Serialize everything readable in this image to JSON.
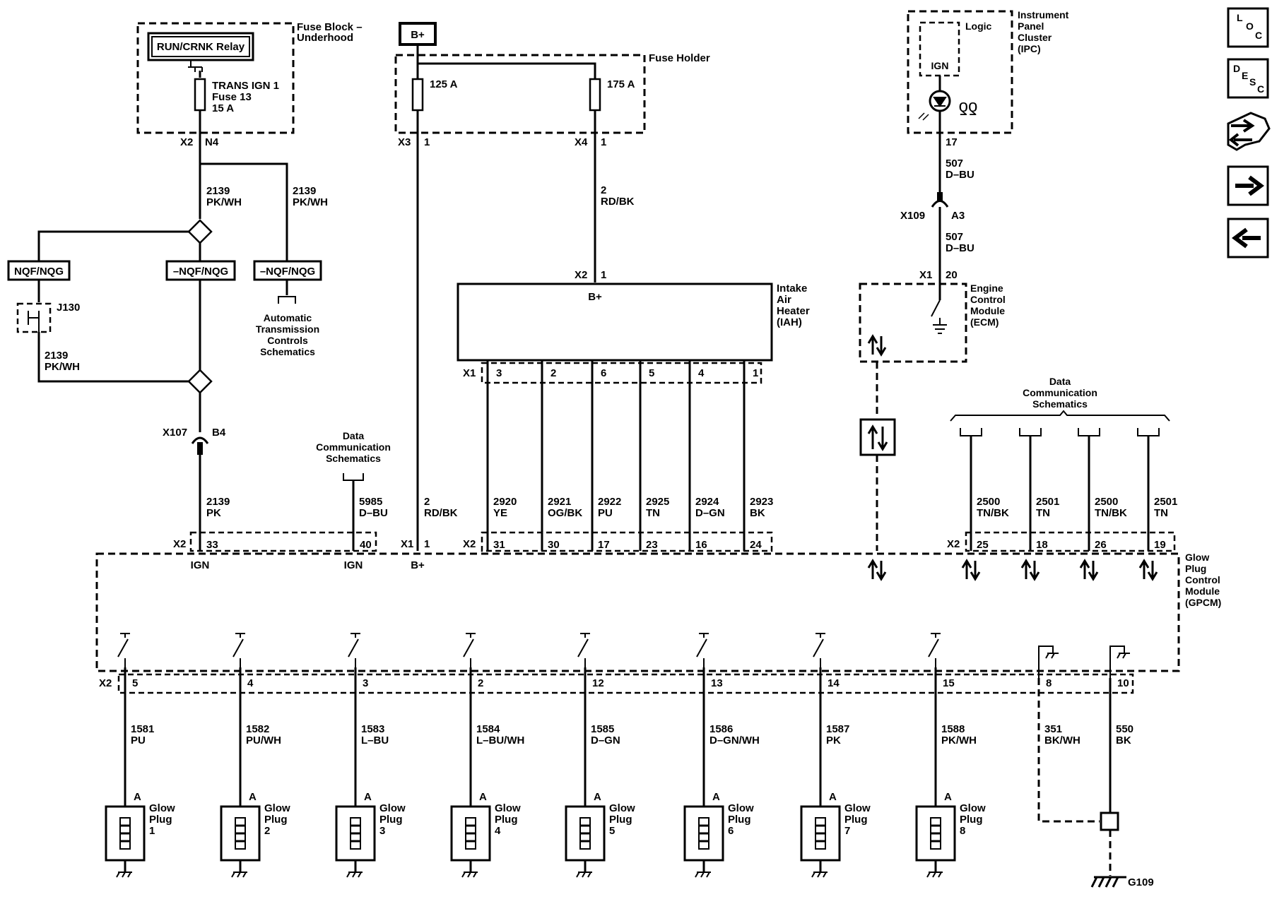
{
  "relay": {
    "label": "RUN/CRNK Relay"
  },
  "fuse_block": {
    "line1": "Fuse Block –",
    "line2": "Underhood"
  },
  "trans_fuse": {
    "line1": "TRANS IGN 1",
    "line2": "Fuse 13",
    "line3": "15 A"
  },
  "x2_left": "X2",
  "n4": "N4",
  "w2139_pkwh_a": {
    "num": "2139",
    "color": "PK/WH"
  },
  "w2139_pkwh_b": {
    "num": "2139",
    "color": "PK/WH"
  },
  "w2139_pkwh_c": {
    "num": "2139",
    "color": "PK/WH"
  },
  "opt_nqf": "NQF/NQG",
  "opt_not_nqf_a": "–NQF/NQG",
  "opt_not_nqf_b": "–NQF/NQG",
  "j130": "J130",
  "auto_trans": {
    "l1": "Automatic",
    "l2": "Transmission",
    "l3": "Controls",
    "l4": "Schematics"
  },
  "x107": "X107",
  "b4": "B4",
  "w2139_pk": {
    "num": "2139",
    "color": "PK"
  },
  "datacomm_left": {
    "l1": "Data",
    "l2": "Communication",
    "l3": "Schematics"
  },
  "w5985": {
    "num": "5985",
    "color": "D–BU"
  },
  "bplus_box": "B+",
  "fuse_holder": "Fuse Holder",
  "fuse125": "125 A",
  "fuse175": "175 A",
  "x3": "X3",
  "x3_pin": "1",
  "x4": "X4",
  "x4_pin": "1",
  "w2_rdbk_a": {
    "num": "2",
    "color": "RD/BK"
  },
  "w2_rdbk_b": {
    "num": "2",
    "color": "RD/BK"
  },
  "iah": {
    "x2": "X2",
    "pin": "1",
    "bplus": "B+",
    "l1": "Intake",
    "l2": "Air",
    "l3": "Heater",
    "l4": "(IAH)",
    "x1": "X1",
    "pins": [
      "3",
      "2",
      "6",
      "5",
      "4",
      "1"
    ]
  },
  "iah_wires": [
    {
      "num": "2920",
      "color": "YE",
      "gpcm_pin": "31"
    },
    {
      "num": "2921",
      "color": "OG/BK",
      "gpcm_pin": "30"
    },
    {
      "num": "2922",
      "color": "PU",
      "gpcm_pin": "17"
    },
    {
      "num": "2925",
      "color": "TN",
      "gpcm_pin": "23"
    },
    {
      "num": "2924",
      "color": "D–GN",
      "gpcm_pin": "16"
    },
    {
      "num": "2923",
      "color": "BK",
      "gpcm_pin": "24"
    }
  ],
  "ipc": {
    "l1": "Instrument",
    "l2": "Panel",
    "l3": "Cluster",
    "l4": "(IPC)",
    "logic": "Logic",
    "ign": "IGN",
    "pin": "17"
  },
  "w507_a": {
    "num": "507",
    "color": "D–BU"
  },
  "w507_b": {
    "num": "507",
    "color": "D–BU"
  },
  "x109": "X109",
  "a3": "A3",
  "ecm": {
    "x1": "X1",
    "pin": "20",
    "l1": "Engine",
    "l2": "Control",
    "l3": "Module",
    "l4": "(ECM)"
  },
  "datacomm_right": {
    "l1": "Data",
    "l2": "Communication",
    "l3": "Schematics"
  },
  "serial_wires": [
    {
      "num": "2500",
      "color": "TN/BK",
      "pin": "25"
    },
    {
      "num": "2501",
      "color": "TN",
      "pin": "18"
    },
    {
      "num": "2500",
      "color": "TN/BK",
      "pin": "26"
    },
    {
      "num": "2501",
      "color": "TN",
      "pin": "19"
    }
  ],
  "gpcm": {
    "l1": "Glow",
    "l2": "Plug",
    "l3": "Control",
    "l4": "Module",
    "l5": "(GPCM)",
    "top_x2_a": "X2",
    "pin33": "33",
    "pin40": "40",
    "top_x1": "X1",
    "pin1": "1",
    "top_x2_b": "X2",
    "top_x2_c": "X2",
    "ign_a": "IGN",
    "ign_b": "IGN",
    "bplus": "B+",
    "bottom_x2": "X2"
  },
  "glow_plugs": [
    {
      "pin": "5",
      "num": "1581",
      "color": "PU",
      "conn": "A",
      "l1": "Glow",
      "l2": "Plug",
      "n": "1"
    },
    {
      "pin": "4",
      "num": "1582",
      "color": "PU/WH",
      "conn": "A",
      "l1": "Glow",
      "l2": "Plug",
      "n": "2"
    },
    {
      "pin": "3",
      "num": "1583",
      "color": "L–BU",
      "conn": "A",
      "l1": "Glow",
      "l2": "Plug",
      "n": "3"
    },
    {
      "pin": "2",
      "num": "1584",
      "color": "L–BU/WH",
      "conn": "A",
      "l1": "Glow",
      "l2": "Plug",
      "n": "4"
    },
    {
      "pin": "12",
      "num": "1585",
      "color": "D–GN",
      "conn": "A",
      "l1": "Glow",
      "l2": "Plug",
      "n": "5"
    },
    {
      "pin": "13",
      "num": "1586",
      "color": "D–GN/WH",
      "conn": "A",
      "l1": "Glow",
      "l2": "Plug",
      "n": "6"
    },
    {
      "pin": "14",
      "num": "1587",
      "color": "PK",
      "conn": "A",
      "l1": "Glow",
      "l2": "Plug",
      "n": "7"
    },
    {
      "pin": "15",
      "num": "1588",
      "color": "PK/WH",
      "conn": "A",
      "l1": "Glow",
      "l2": "Plug",
      "n": "8"
    }
  ],
  "grounds": [
    {
      "pin": "8",
      "num": "351",
      "color": "BK/WH"
    },
    {
      "pin": "10",
      "num": "550",
      "color": "BK"
    }
  ],
  "g109": "G109",
  "nav": {
    "loc": {
      "a": "L",
      "b": "O",
      "c": "C"
    },
    "desc": {
      "a": "D",
      "b": "E",
      "c": "S",
      "d": "C"
    },
    "icons": [
      "diagnostic-icon",
      "next-arrow-icon",
      "previous-arrow-icon"
    ]
  }
}
